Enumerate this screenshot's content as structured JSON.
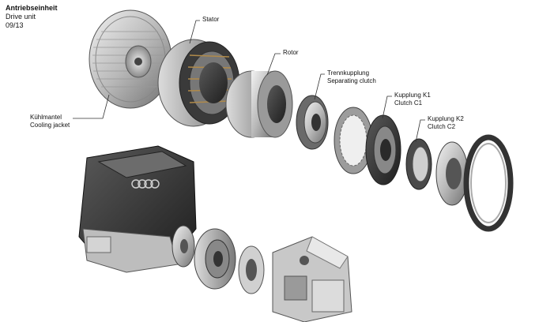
{
  "header": {
    "title_de": "Antriebseinheit",
    "title_en": "Drive unit",
    "code": "09/13"
  },
  "labels": {
    "stator": {
      "de": "Stator"
    },
    "rotor": {
      "de": "Rotor"
    },
    "trennkupplung": {
      "de": "Trennkupplung",
      "en": "Separating clutch"
    },
    "k1": {
      "de": "Kupplung K1",
      "en": "Clutch C1"
    },
    "k2": {
      "de": "Kupplung K2",
      "en": "Clutch C2"
    },
    "kuehlmantel": {
      "de": "Kühlmantel",
      "en": "Cooling jacket"
    }
  },
  "brand_badge": "four-rings-logo"
}
